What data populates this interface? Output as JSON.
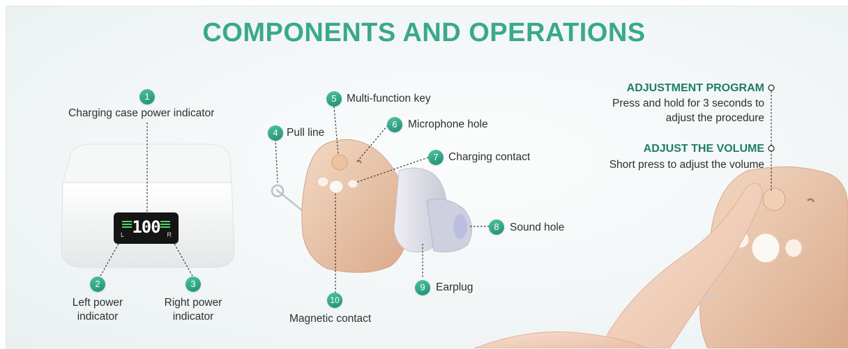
{
  "title": "COMPONENTS AND OPERATIONS",
  "case_display": "100",
  "case_display_left": "L",
  "case_display_right": "R",
  "callouts": [
    {
      "num": "1",
      "label": "Charging case power indicator"
    },
    {
      "num": "2",
      "label_lines": [
        "Left power",
        "indicator"
      ]
    },
    {
      "num": "3",
      "label_lines": [
        "Right power",
        "indicator"
      ]
    },
    {
      "num": "4",
      "label": "Pull line"
    },
    {
      "num": "5",
      "label": "Multi-function key"
    },
    {
      "num": "6",
      "label": "Microphone hole"
    },
    {
      "num": "7",
      "label": "Charging contact"
    },
    {
      "num": "8",
      "label": "Sound hole"
    },
    {
      "num": "9",
      "label": "Earplug"
    },
    {
      "num": "10",
      "label": "Magnetic contact"
    }
  ],
  "operations": [
    {
      "heading": "ADJUSTMENT PROGRAM",
      "lines": [
        "Press and hold for 3 seconds to",
        "adjust the procedure"
      ]
    },
    {
      "heading": "ADJUST THE VOLUME",
      "lines": [
        "Short press to adjust the volume"
      ]
    }
  ],
  "colors": {
    "accent": "#3aa88c",
    "heading": "#1f7d6a",
    "device": "#e8c4a8"
  }
}
